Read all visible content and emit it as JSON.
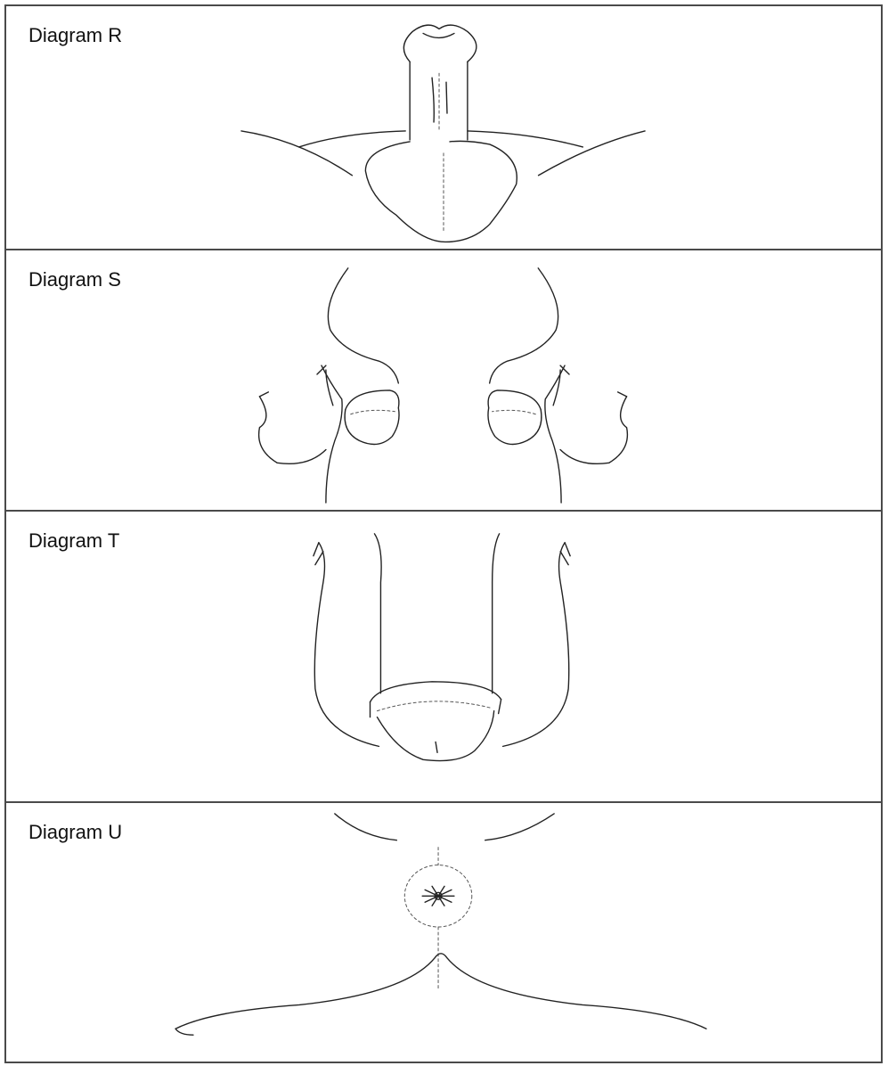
{
  "panels": [
    {
      "id": "R",
      "label": "Diagram R"
    },
    {
      "id": "S",
      "label": "Diagram S"
    },
    {
      "id": "T",
      "label": "Diagram T"
    },
    {
      "id": "U",
      "label": "Diagram U"
    }
  ]
}
